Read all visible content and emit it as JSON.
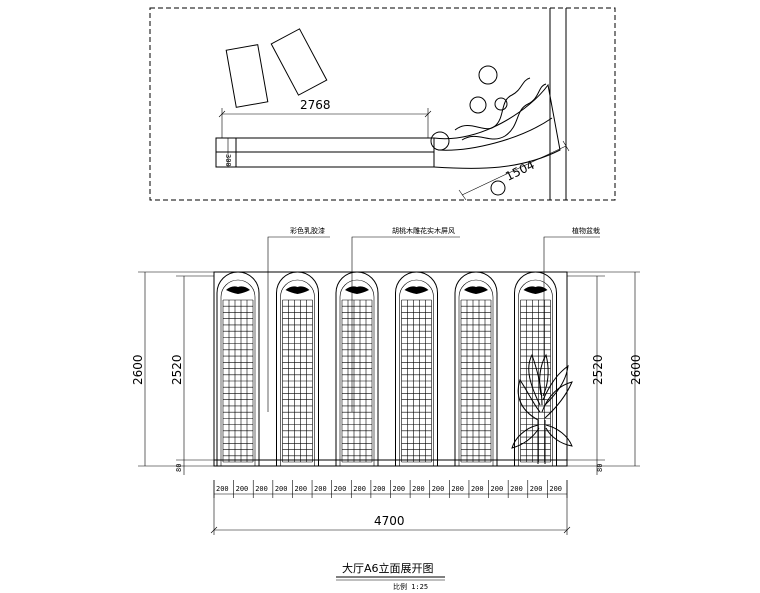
{
  "plan": {
    "dim_length": "2768",
    "dim_width": "300",
    "dim_arc": "1504"
  },
  "elevation": {
    "panel_count": 6,
    "callouts": [
      {
        "text": "彩色乳胶漆"
      },
      {
        "text": "胡桃木雕花实木屏风"
      },
      {
        "text": "植物盆栽"
      }
    ],
    "left_dims": {
      "outer": "2600",
      "inner": "2520",
      "base": "80"
    },
    "right_dims": {
      "outer": "2600",
      "inner": "2520",
      "base": "80"
    },
    "bottom_segments": [
      "200",
      "200",
      "200",
      "200",
      "200",
      "200",
      "200",
      "200",
      "200",
      "200",
      "200",
      "200",
      "200",
      "200",
      "200",
      "200",
      "200",
      "200"
    ],
    "total_width": "4700"
  },
  "title": {
    "main": "大厅A6立面展开图",
    "scale": "比例 1:25"
  }
}
